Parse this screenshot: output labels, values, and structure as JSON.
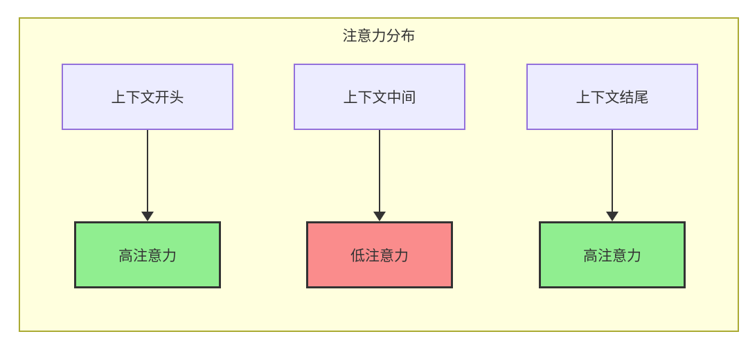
{
  "diagram": {
    "title": "注意力分布",
    "columns": [
      {
        "source": "上下文开头",
        "result": "高注意力",
        "result_type": "high"
      },
      {
        "source": "上下文中间",
        "result": "低注意力",
        "result_type": "low"
      },
      {
        "source": "上下文结尾",
        "result": "高注意力",
        "result_type": "high"
      }
    ],
    "colors": {
      "container_bg": "#ffffde",
      "container_border": "#aaaa33",
      "source_node_bg": "#ECECFF",
      "source_node_border": "#9370DB",
      "high_attention_bg": "#90EE90",
      "low_attention_bg": "#fa8c8c",
      "result_node_border": "#333333",
      "arrow_color": "#333333",
      "text_color": "#333333"
    }
  }
}
